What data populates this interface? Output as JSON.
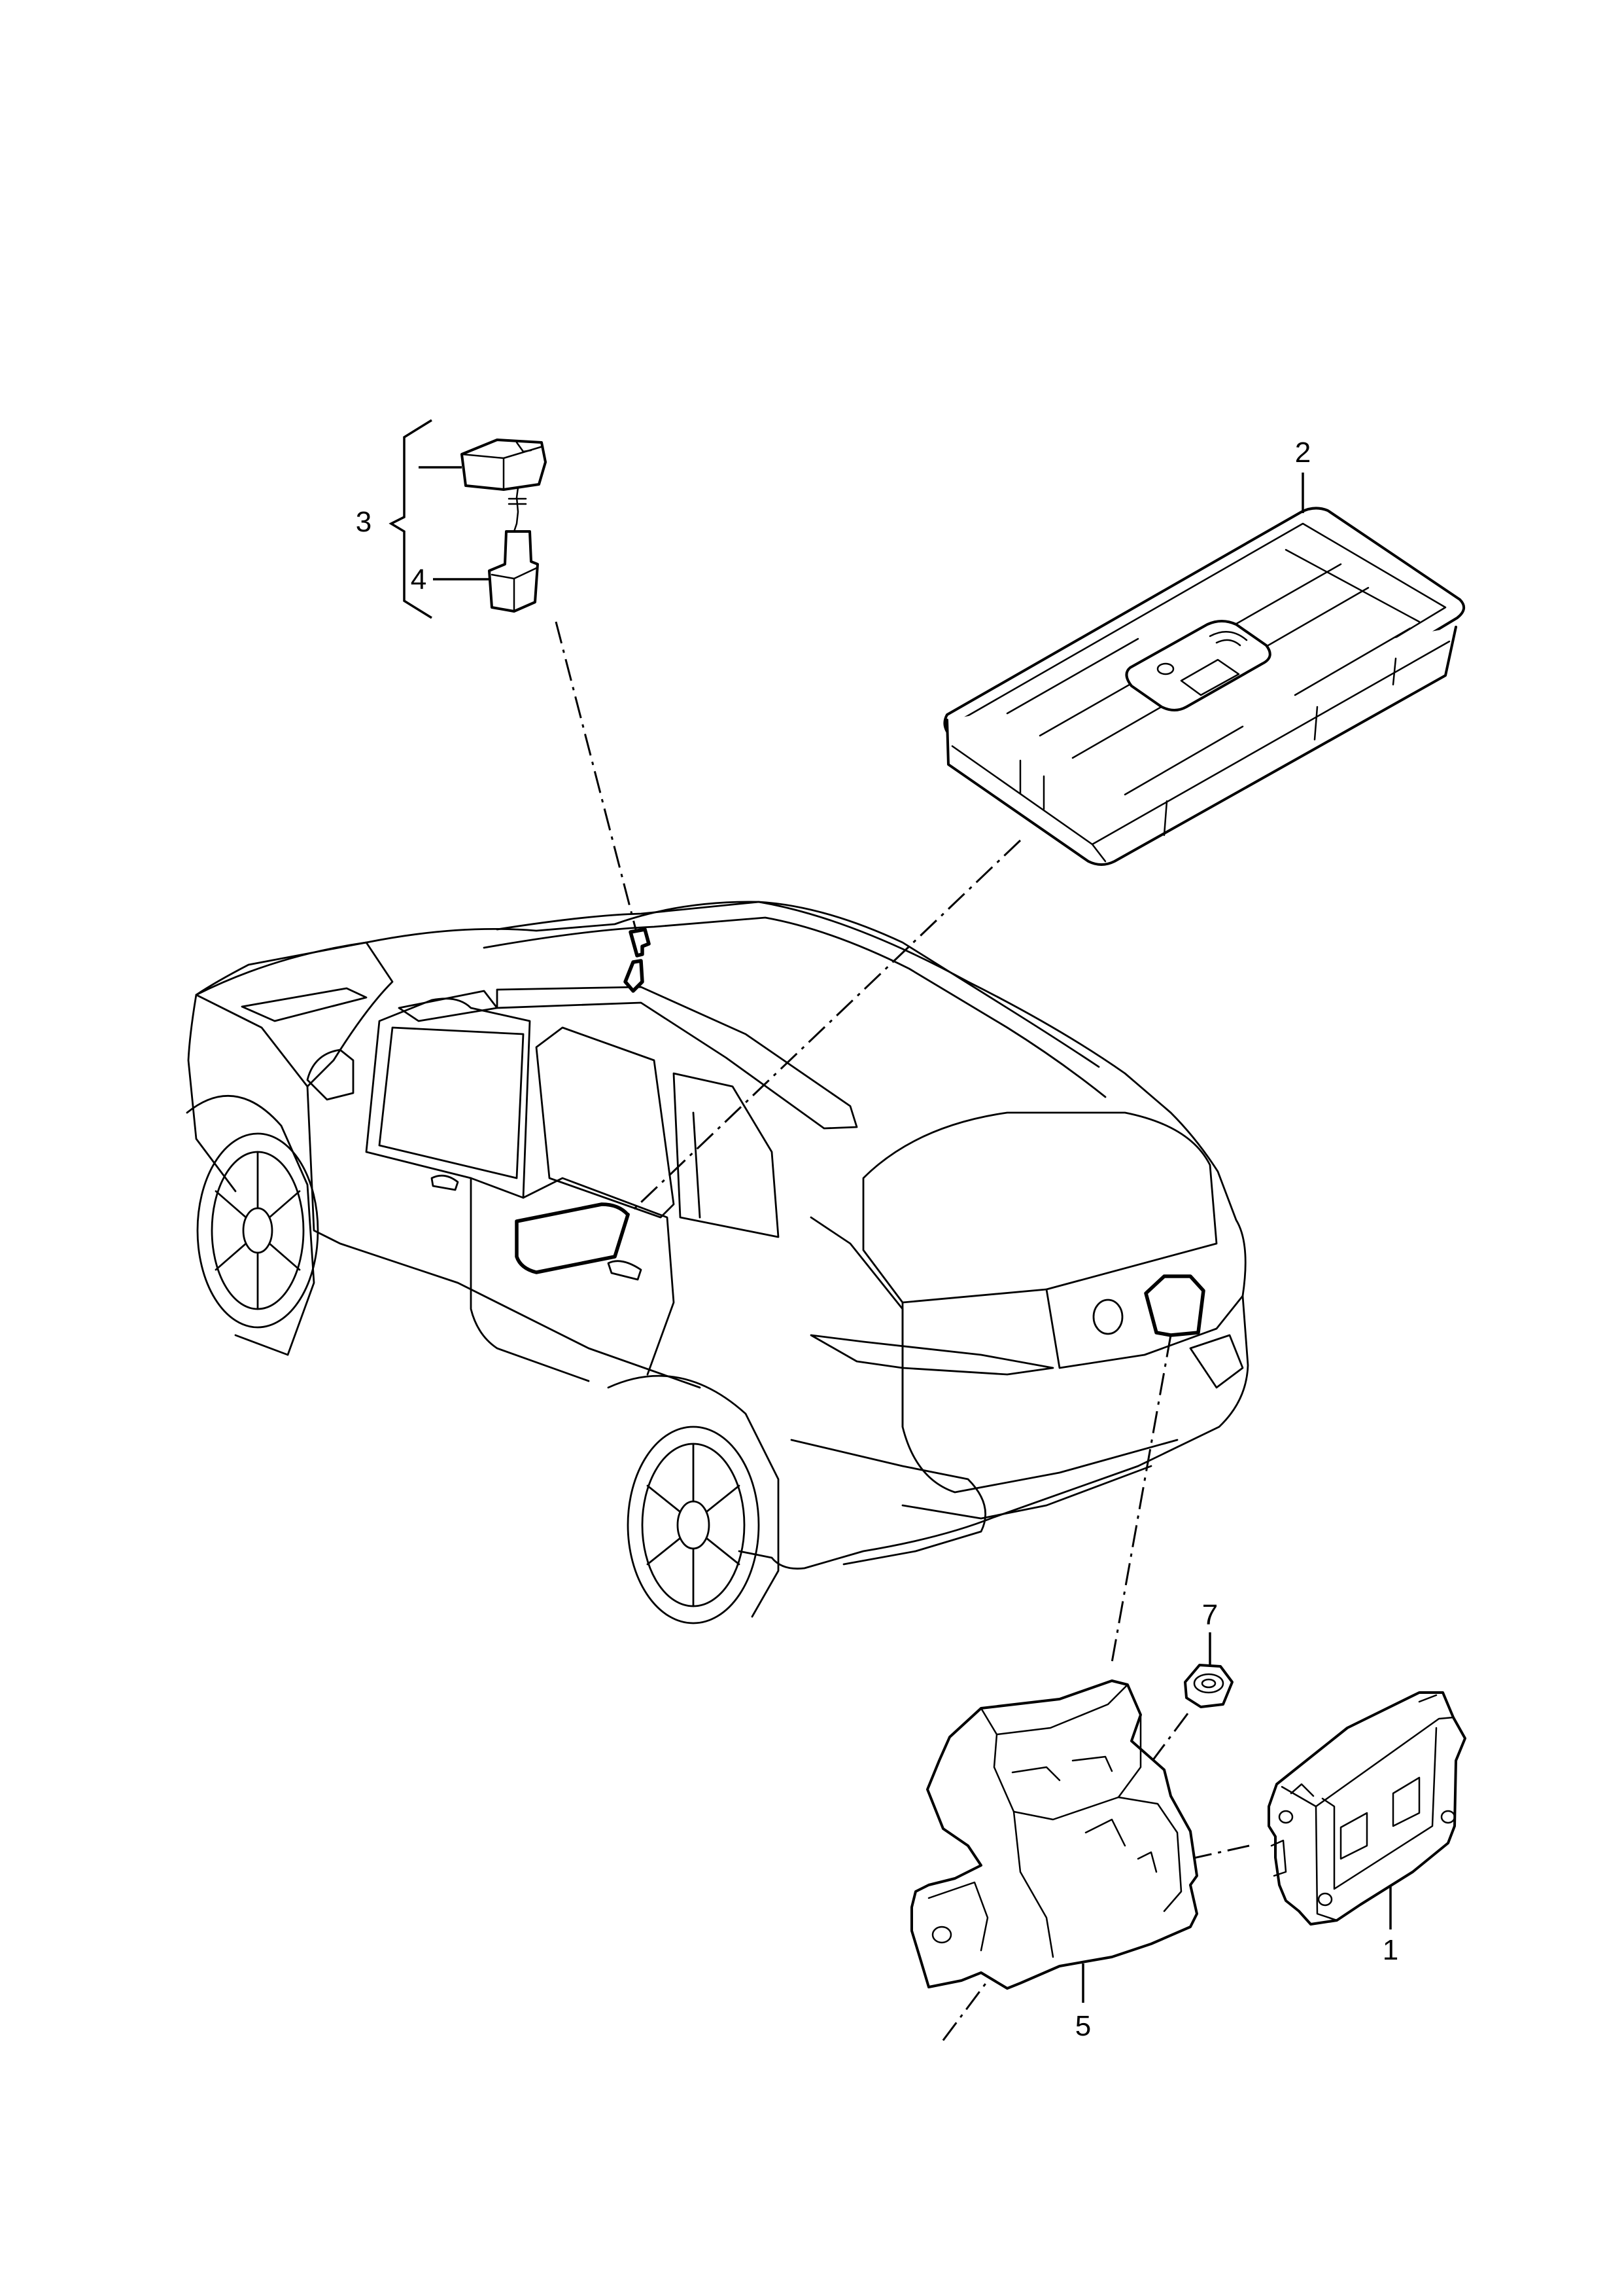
{
  "diagram": {
    "callouts": [
      {
        "id": "c1",
        "label": "1"
      },
      {
        "id": "c2",
        "label": "2"
      },
      {
        "id": "c3",
        "label": "3"
      },
      {
        "id": "c4",
        "label": "4"
      },
      {
        "id": "c5",
        "label": "5"
      },
      {
        "id": "c7",
        "label": "7"
      }
    ],
    "colors": {
      "line": "#000000",
      "background": "#ffffff"
    }
  }
}
